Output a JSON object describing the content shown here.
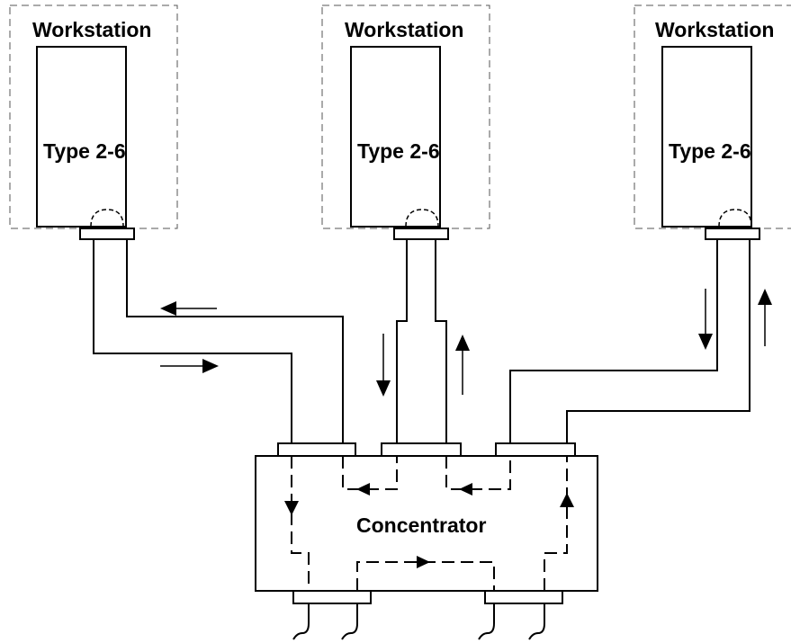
{
  "workstations": [
    {
      "title": "Workstation",
      "type_label": "Type 2-6"
    },
    {
      "title": "Workstation",
      "type_label": "Type 2-6"
    },
    {
      "title": "Workstation",
      "type_label": "Type 2-6"
    }
  ],
  "concentrator": {
    "label": "Concentrator"
  }
}
